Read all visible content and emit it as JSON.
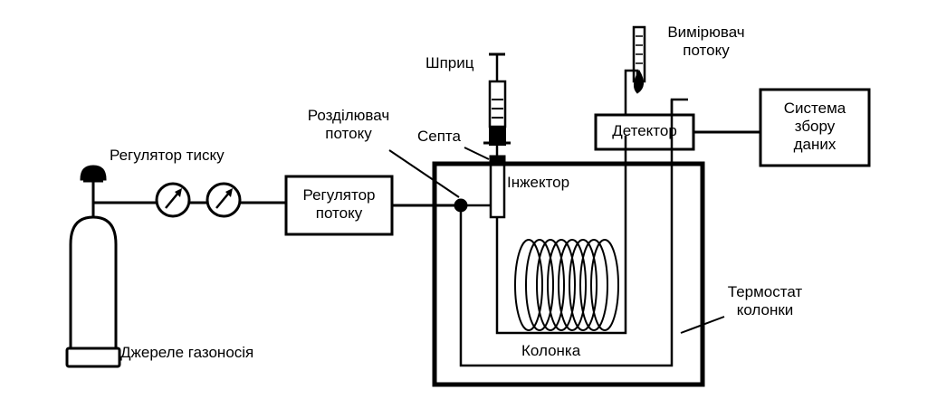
{
  "labels": {
    "pressure_regulator": "Регулятор тиску",
    "gas_source": "Джереле газоносія",
    "flow_regulator_line1": "Регулятор",
    "flow_regulator_line2": "потоку",
    "splitter_line1": "Розділювач",
    "splitter_line2": "потоку",
    "syringe": "Шприц",
    "septum": "Септа",
    "injector": "Інжектор",
    "flow_meter_line1": "Вимірювач",
    "flow_meter_line2": "потоку",
    "detector": "Детектор",
    "data_system_line1": "Система",
    "data_system_line2": "збору",
    "data_system_line3": "даних",
    "column": "Колонка",
    "thermostat_line1": "Термостат",
    "thermostat_line2": "колонки"
  },
  "colors": {
    "ink": "#000000",
    "background": "#ffffff"
  }
}
